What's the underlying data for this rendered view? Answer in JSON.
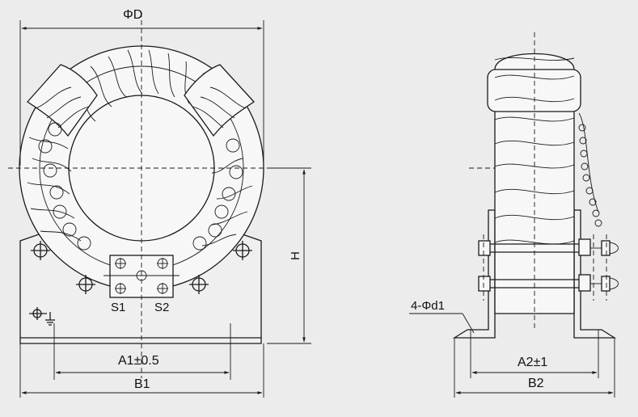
{
  "front_view": {
    "dims": {
      "diameter": "ΦD",
      "height": "H",
      "a1": "A1±0.5",
      "b1": "B1"
    },
    "terminals": {
      "s1": "S1",
      "s2": "S2"
    }
  },
  "side_view": {
    "dims": {
      "holes": "4-Φd1",
      "a2": "A2±1",
      "b2": "B2"
    }
  },
  "colors": {
    "line": "#1a1a1a",
    "background": "#ececec"
  }
}
